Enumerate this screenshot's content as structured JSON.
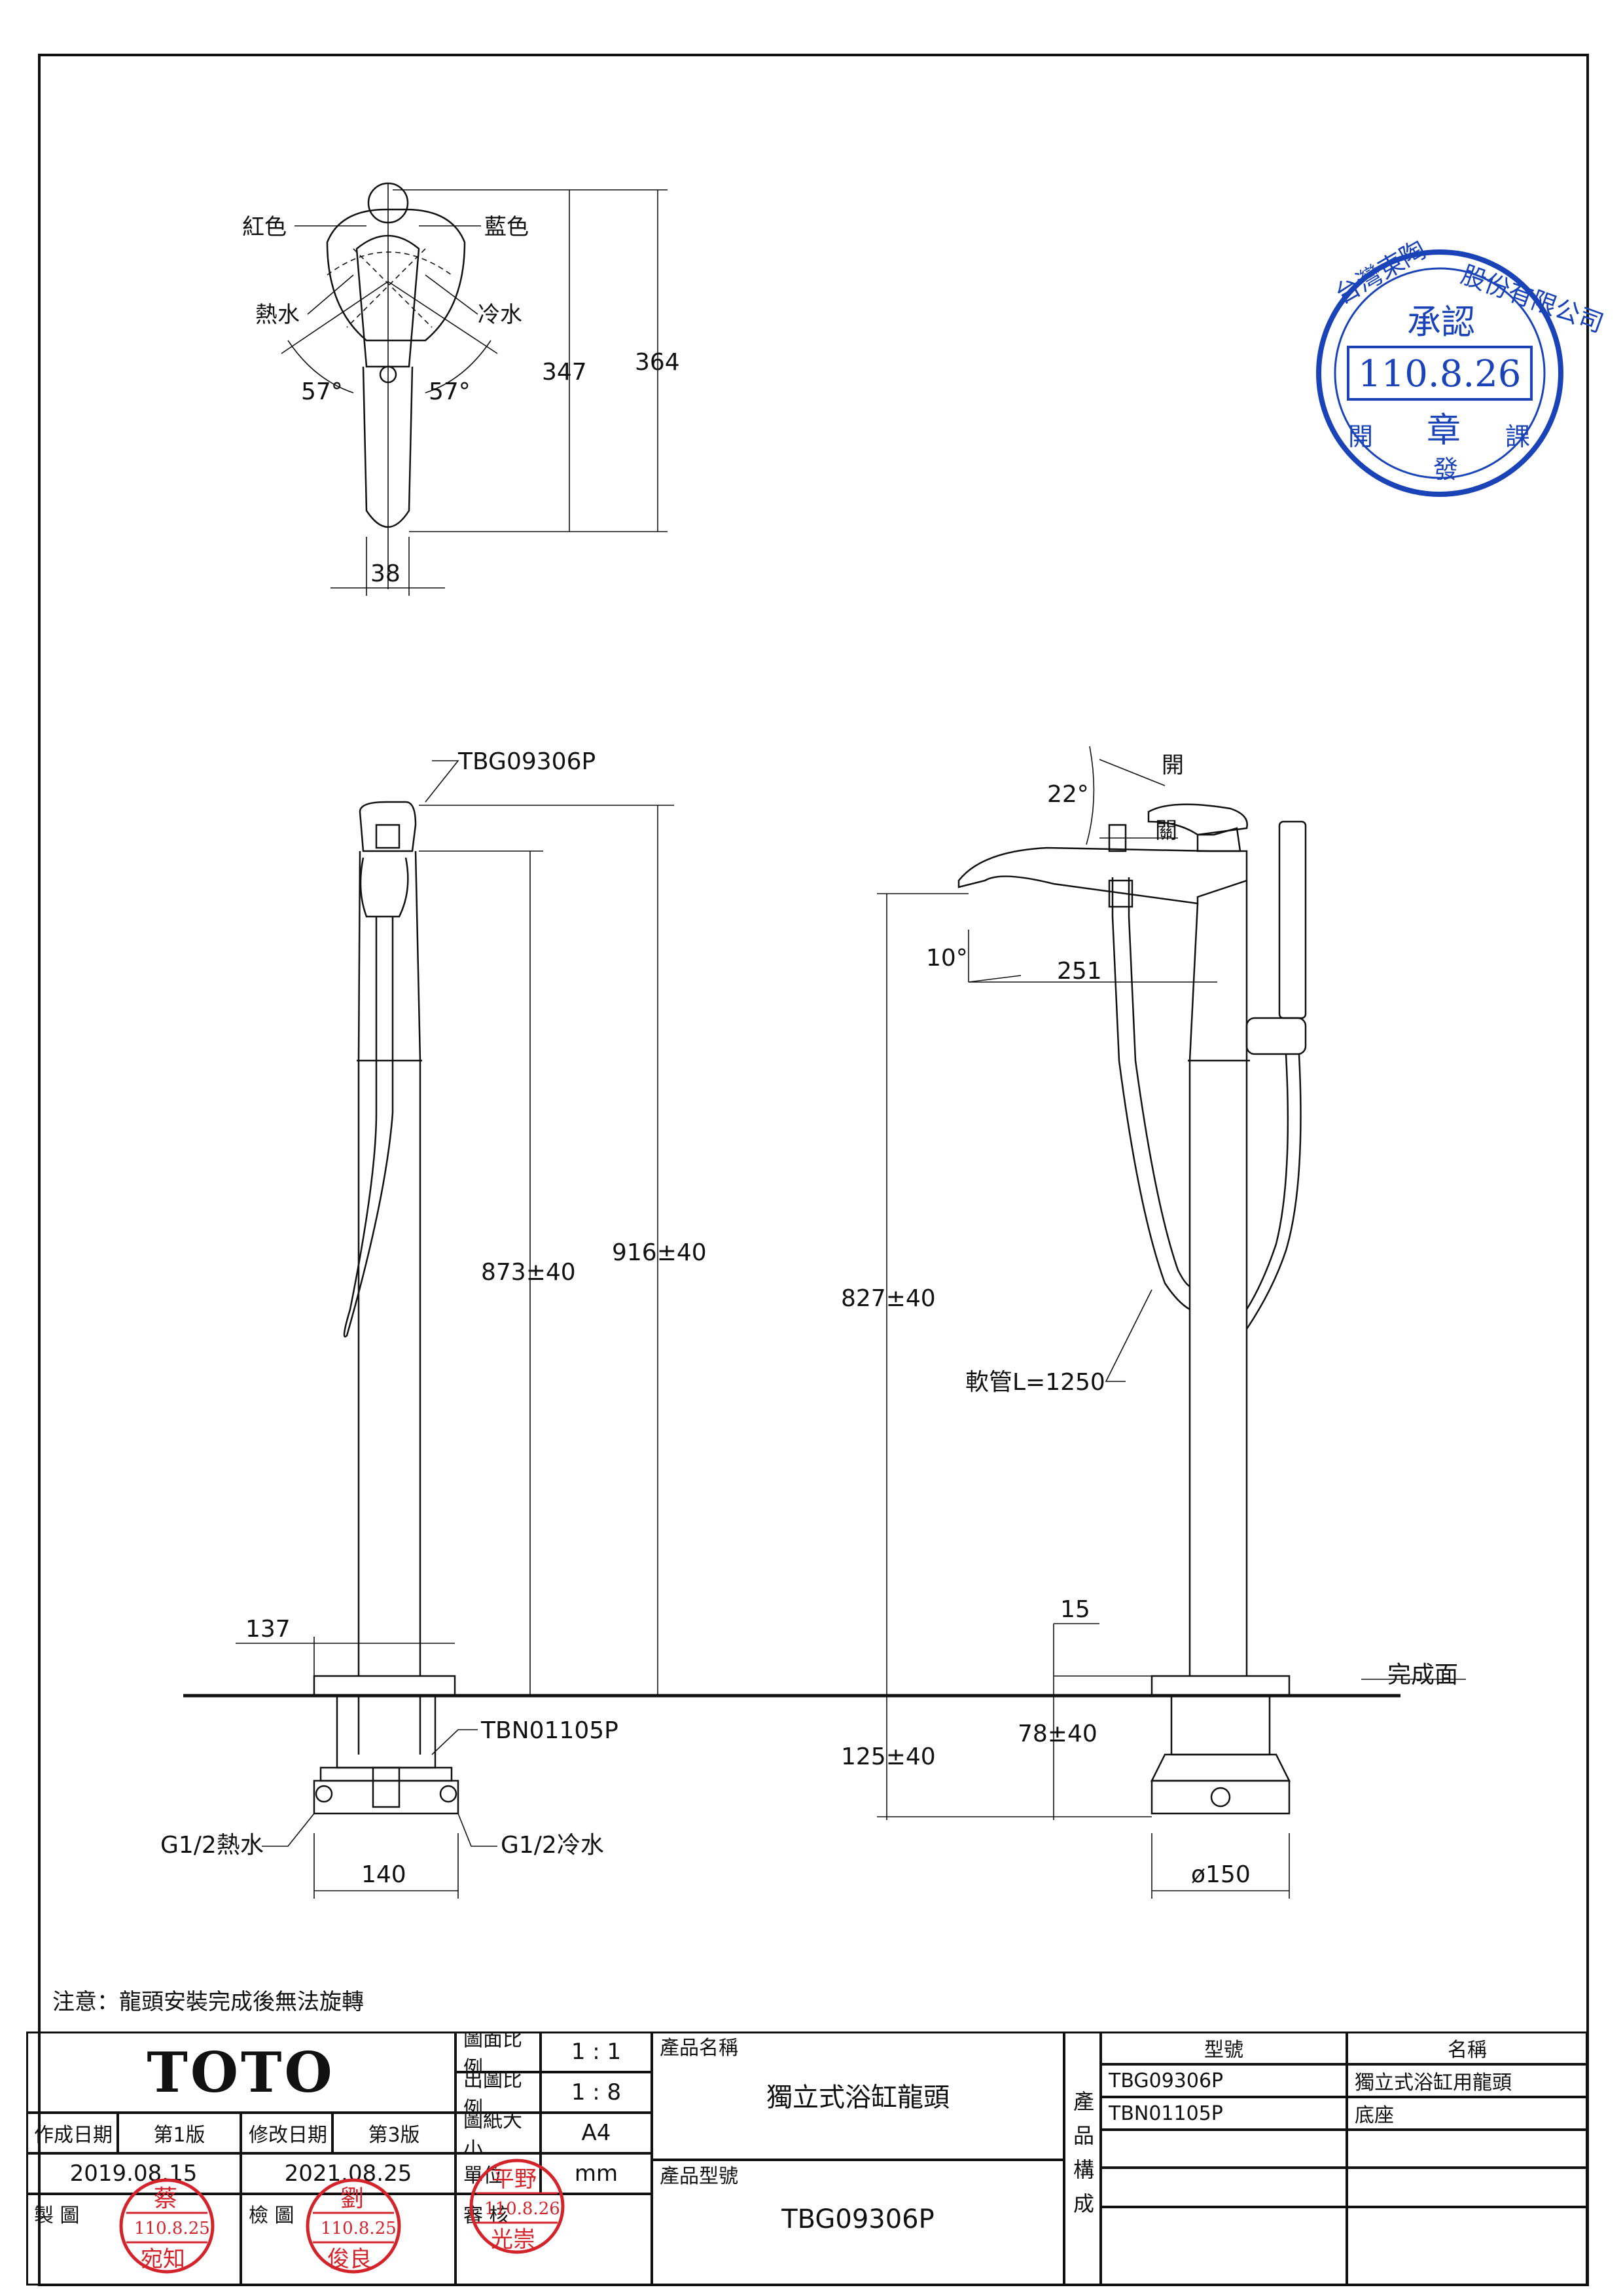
{
  "top_view": {
    "label_red": "紅色",
    "label_blue": "藍色",
    "label_hot": "熱水",
    "label_cold": "冷水",
    "angle_left": "57°",
    "angle_right": "57°",
    "dim_347": "347",
    "dim_364": "364",
    "dim_38": "38"
  },
  "front_view": {
    "model_label": "TBG09306P",
    "base_label": "TBN01105P",
    "dim_873": "873±40",
    "dim_916": "916±40",
    "dim_137": "137",
    "dim_140": "140",
    "hot_inlet": "G1/2熱水",
    "cold_inlet": "G1/2冷水"
  },
  "side_view": {
    "angle_22": "22°",
    "open_label": "開",
    "close_label": "關",
    "angle_10": "10°",
    "dim_251": "251",
    "dim_827": "827±40",
    "hose_label": "軟管L=1250",
    "dim_15": "15",
    "finish_surface": "完成面",
    "dim_78": "78±40",
    "dim_125": "125±40",
    "dim_150": "ø150"
  },
  "note": "注意：龍頭安裝完成後無法旋轉",
  "title_block": {
    "brand": "TOTO",
    "scale_label": "圖面比例",
    "scale_value": "1 : 1",
    "print_scale_label": "出圖比例",
    "print_scale_value": "1 : 8",
    "paper_label": "圖紙大小",
    "paper_value": "A4",
    "unit_label": "單位",
    "unit_value": "mm",
    "created_label": "作成日期",
    "created_edition": "第1版",
    "created_date": "2019.08.15",
    "modified_label": "修改日期",
    "modified_edition": "第3版",
    "modified_date": "2021.08.25",
    "drawn_label": "製 圖",
    "checked_label": "檢 圖",
    "approved_label": "審 核",
    "product_name_label": "產品名稱",
    "product_name": "獨立式浴缸龍頭",
    "product_model_label": "產品型號",
    "product_model": "TBG09306P",
    "composition_label": "產品構成",
    "col_model": "型號",
    "col_name": "名稱",
    "parts": [
      {
        "model": "TBG09306P",
        "name": "獨立式浴缸用龍頭"
      },
      {
        "model": "TBN01105P",
        "name": "底座"
      },
      {
        "model": "",
        "name": ""
      },
      {
        "model": "",
        "name": ""
      },
      {
        "model": "",
        "name": ""
      }
    ]
  },
  "stamps": {
    "company_top": "台灣東陶股份有限公司",
    "company_mid": "承認",
    "company_date": "110.8.26",
    "company_bottom": "開 發 課 章",
    "drawn_stamp": "蔡 110.8.25 宛知",
    "checked_stamp": "劉 110.8.25 俊良",
    "approved_stamp": "平野 110.8.26 光崇"
  },
  "colors": {
    "line": "#111111",
    "stamp_red": "#d4242b",
    "stamp_blue": "#1b43b8"
  }
}
